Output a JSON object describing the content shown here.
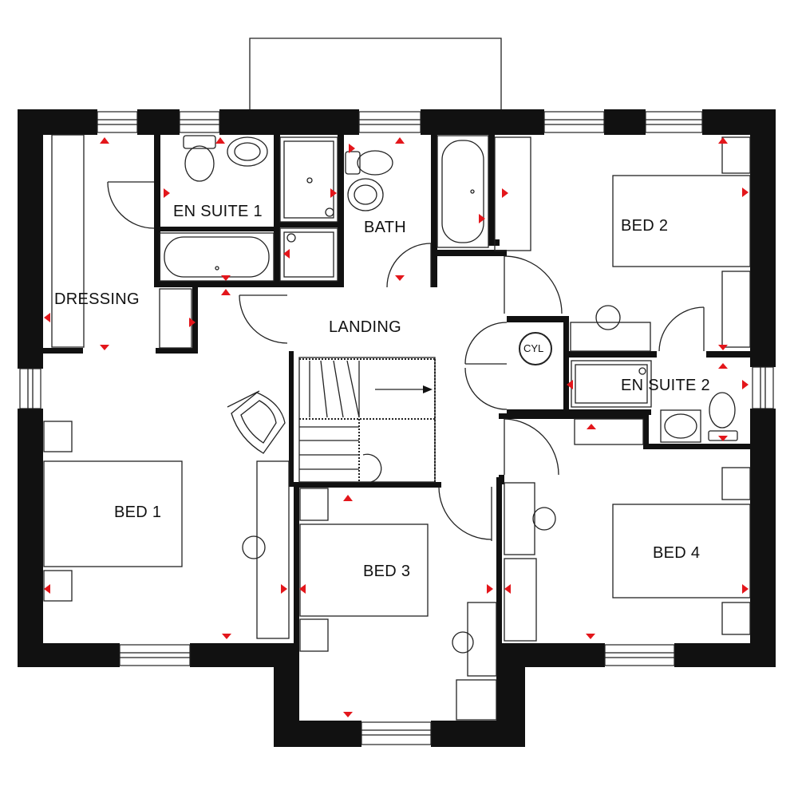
{
  "plan": {
    "rooms": {
      "en_suite_1": "EN SUITE 1",
      "bath": "BATH",
      "bed_2": "BED 2",
      "dressing": "DRESSING",
      "landing": "LANDING",
      "cyl": "CYL",
      "en_suite_2": "EN SUITE 2",
      "bed_1": "BED 1",
      "bed_3": "BED 3",
      "bed_4": "BED 4"
    },
    "colors": {
      "wall": "#111111",
      "marker": "#e3161b",
      "background": "#ffffff"
    }
  }
}
